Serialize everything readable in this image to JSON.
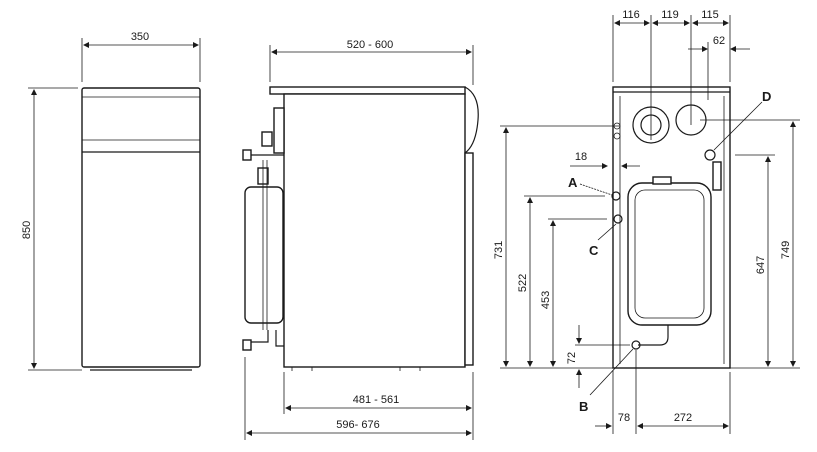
{
  "front_view": {
    "width": "350",
    "height": "850"
  },
  "side_view": {
    "depth_top": "520 - 600",
    "depth_body": "481 - 561",
    "depth_total": "596- 676"
  },
  "rear_view": {
    "top_dims": [
      "116",
      "119",
      "115"
    ],
    "offset_62": "62",
    "offset_18": "18",
    "heights": {
      "h731": "731",
      "h522": "522",
      "h453": "453",
      "h72": "72",
      "h647": "647",
      "h749": "749"
    },
    "bottom_dims": [
      "78",
      "272"
    ],
    "connection_labels": {
      "a": "A",
      "b": "B",
      "c": "C",
      "d": "D"
    }
  }
}
